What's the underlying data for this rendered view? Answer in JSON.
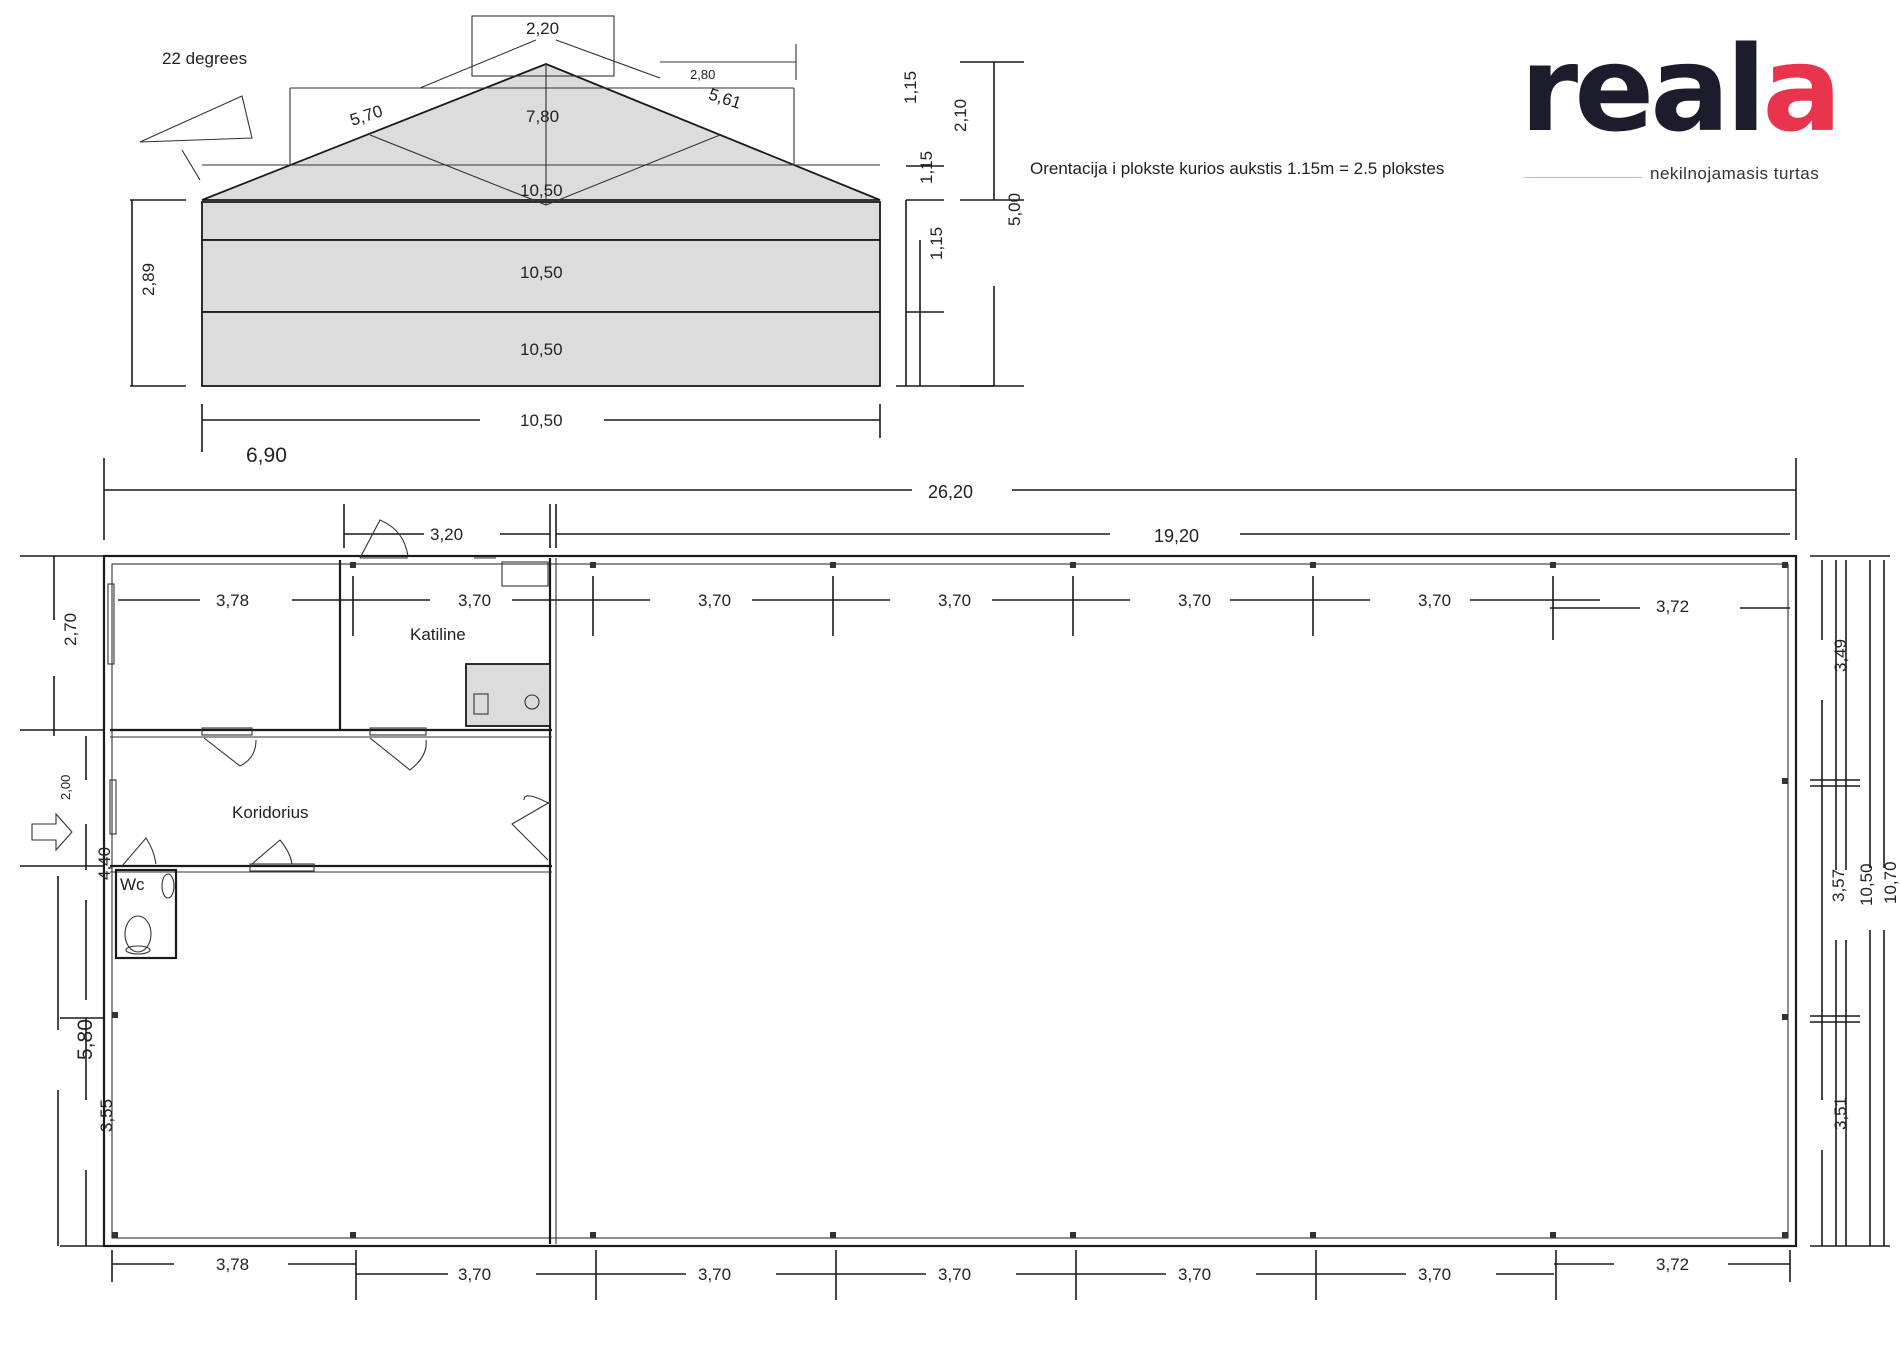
{
  "brand": {
    "name_main": "real",
    "name_accent": "a",
    "tagline": "nekilnojamasis turtas",
    "colors": {
      "dark": "#1d1c2c",
      "accent": "#e8344c"
    }
  },
  "elevation": {
    "angle_label": "22 degrees",
    "note": "Orentacija i plokste kurios aukstis 1.15m = 2.5 plokstes",
    "dims": {
      "ridge_top": "2,20",
      "right_top": "2,80",
      "left_slope": "5,70",
      "ridge_width": "7,80",
      "right_slope": "5,61",
      "row1": "10,50",
      "row2": "10,50",
      "row3": "10,50",
      "base_width": "10,50",
      "left_height": "2,89",
      "h_top": "1,15",
      "h_roof": "2,10",
      "h_mid": "1,15",
      "h_low": "1,15",
      "total_height": "5,00",
      "offset": "6,90"
    }
  },
  "plan": {
    "total_length": "26,20",
    "seg_left_top": "3,20",
    "seg_right_top": "19,20",
    "top_dims": [
      "3,78",
      "3,70",
      "3,70",
      "3,70",
      "3,70",
      "3,70",
      "3,72"
    ],
    "bottom_dims": [
      "3,78",
      "3,70",
      "3,70",
      "3,70",
      "3,70",
      "3,70",
      "3,72"
    ],
    "left_dims": {
      "a": "2,70",
      "b": "2,00",
      "c": "4,40",
      "d": "5,80",
      "e": "3,55"
    },
    "right_dims": {
      "a": "3,49",
      "b": "3,57",
      "c": "10,50",
      "d": "10,70",
      "e": "3,51"
    },
    "rooms": {
      "boiler": "Katiline",
      "corridor": "Koridorius",
      "wc": "Wc"
    }
  }
}
